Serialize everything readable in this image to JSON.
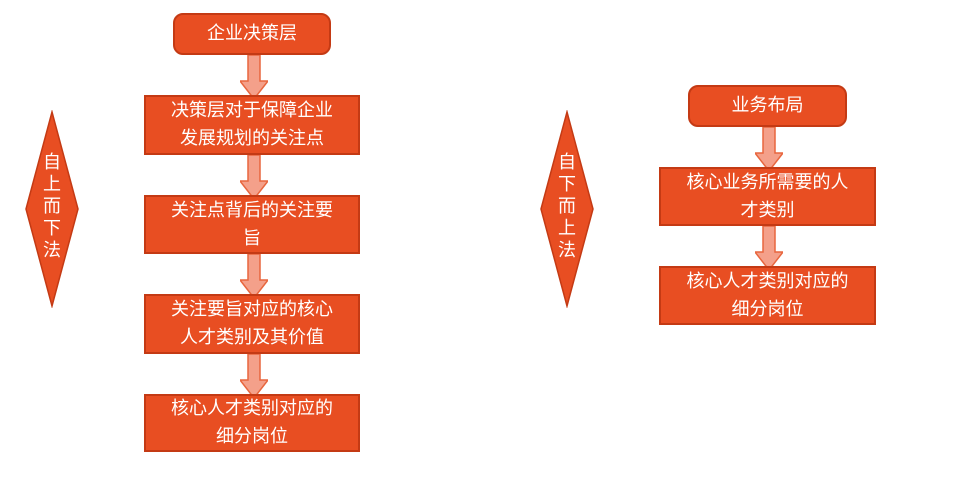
{
  "left": {
    "diamond_text": "自上而下法",
    "boxes": [
      "企业决策层",
      "决策层对于保障企业\n发展规划的关注点",
      "关注点背后的关注要\n旨",
      "关注要旨对应的核心\n人才类别及其价值",
      "核心人才类别对应的\n细分岗位"
    ]
  },
  "right": {
    "diamond_text": "自下而上法",
    "boxes": [
      "业务布局",
      "核心业务所需要的人\n才类别",
      "核心人才类别对应的\n细分岗位"
    ]
  },
  "colors": {
    "box_fill": "#e84e22",
    "box_border": "#c43a14",
    "arrow_fill": "#f4a08a",
    "arrow_stroke": "#e8663e"
  }
}
